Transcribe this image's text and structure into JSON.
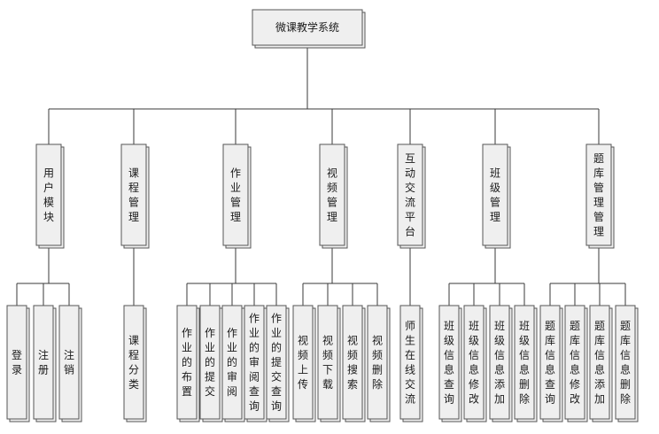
{
  "root": {
    "label": "微课教学系统"
  },
  "modules": [
    {
      "label": "用户模块",
      "children": [
        "登录",
        "注册",
        "注销"
      ]
    },
    {
      "label": "课程管理",
      "children": [
        "课程分类"
      ]
    },
    {
      "label": "作业管理",
      "children": [
        "作业的布置",
        "作业的提交",
        "作业的审阅",
        "作业的审阅查询",
        "作业的提交查询"
      ]
    },
    {
      "label": "视频管理",
      "children": [
        "视频上传",
        "视频下载",
        "视频搜索",
        "视频删除"
      ]
    },
    {
      "label": "互动交流平台",
      "children": [
        "师生在线交流"
      ]
    },
    {
      "label": "班级管理",
      "children": [
        "班级信息查询",
        "班级信息修改",
        "班级信息添加",
        "班级信息删除"
      ]
    },
    {
      "label": "题库管理管理",
      "children": [
        "题库信息查询",
        "题库信息修改",
        "题库信息添加",
        "题库信息删除"
      ]
    }
  ]
}
